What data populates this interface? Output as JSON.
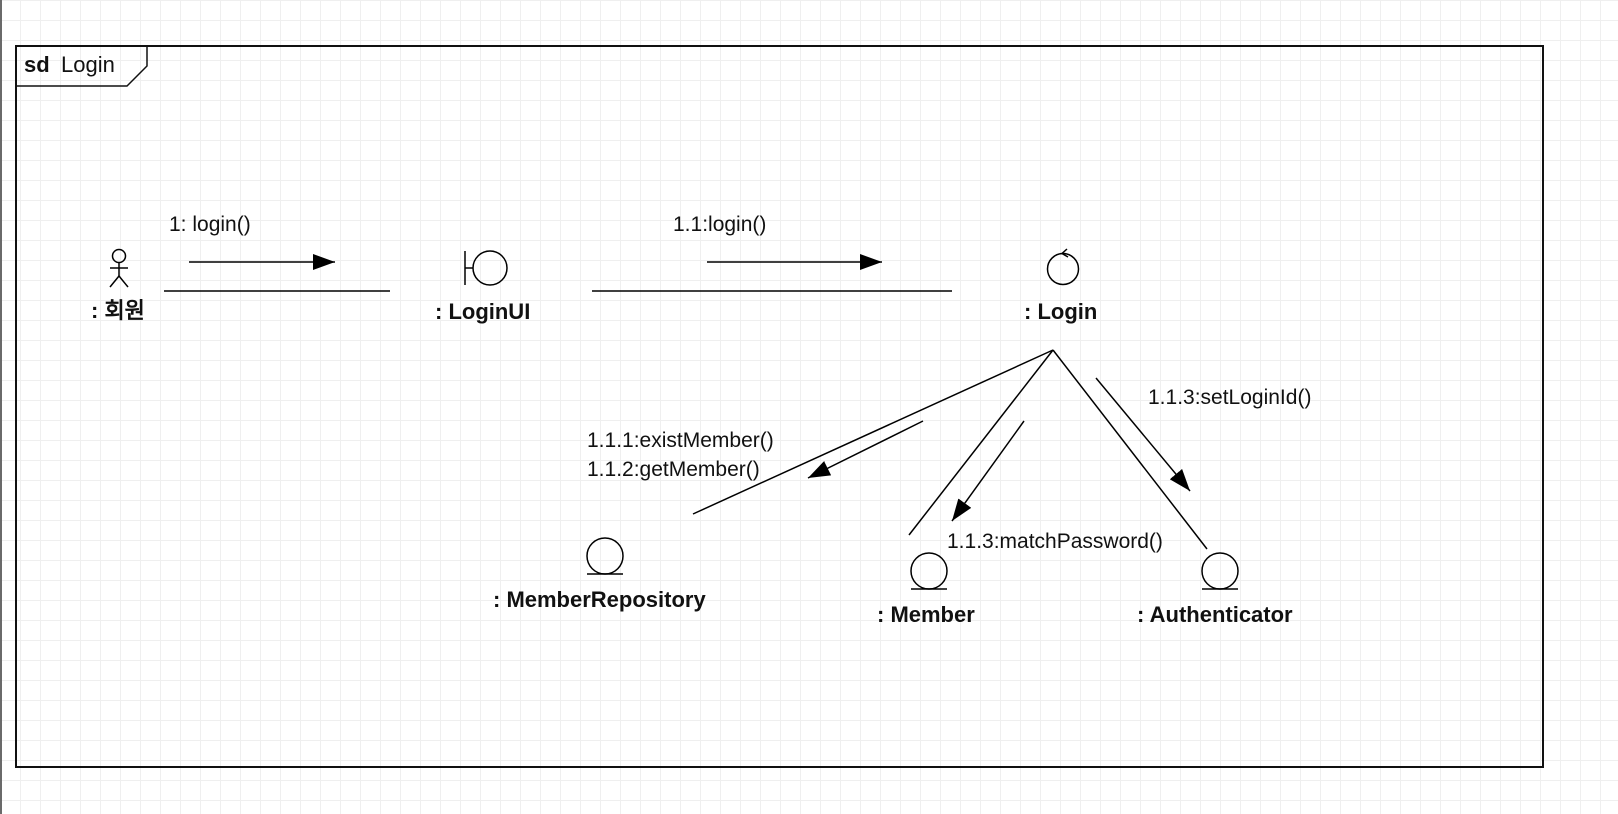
{
  "frame": {
    "keyword": "sd",
    "name": "Login"
  },
  "objects": {
    "actor": ": 회원",
    "login_ui": ": LoginUI",
    "login": ": Login",
    "member_repository": ": MemberRepository",
    "member": ": Member",
    "authenticator": ": Authenticator"
  },
  "messages": {
    "m1": "1: login()",
    "m1_1": "1.1:login()",
    "m1_1_1": "1.1.1:existMember()",
    "m1_1_2": "1.1.2:getMember()",
    "m1_1_3_match": "1.1.3:matchPassword()",
    "m1_1_3_set": "1.1.3:setLoginId()"
  }
}
